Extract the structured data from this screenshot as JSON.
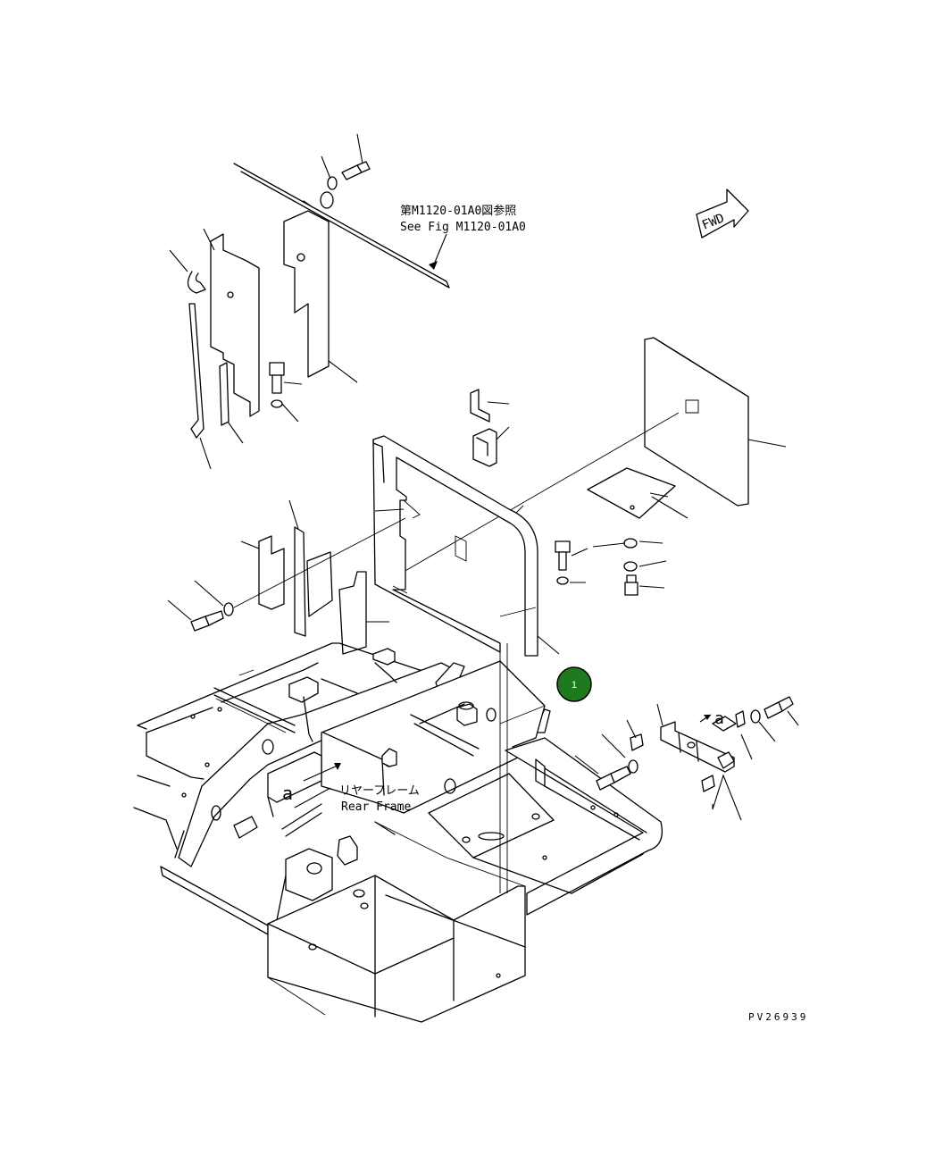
{
  "reference_jp": "第M1120-01A0図参照",
  "reference_en": "See Fig M1120-01A0",
  "fwd_label": "FWD",
  "frame_label_jp": "リヤーフレーム",
  "frame_label_en": "Rear Frame",
  "detail_marker_left": "a",
  "detail_marker_right": "a",
  "callout_number": "1",
  "callout_color": "#1f7a1f",
  "drawing_code": "PV26939"
}
